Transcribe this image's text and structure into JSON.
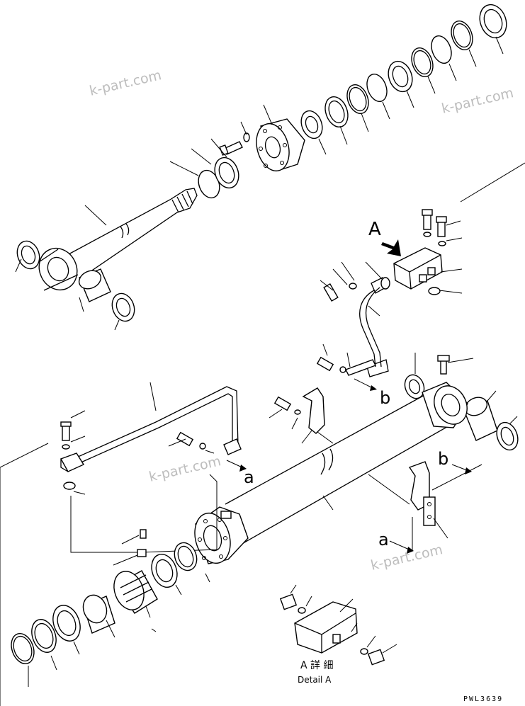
{
  "watermarks": [
    "k-part.com",
    "k-part.com",
    "k-part.com",
    "k-part.com"
  ],
  "detail": {
    "letter": "A",
    "caption_jp": "A 詳 細",
    "caption_en": "Detail A"
  },
  "routing_labels": {
    "a_upper": "a",
    "b_upper": "b",
    "b_lower": "b",
    "a_lower": "a"
  },
  "drawing_code": "PWL3639"
}
